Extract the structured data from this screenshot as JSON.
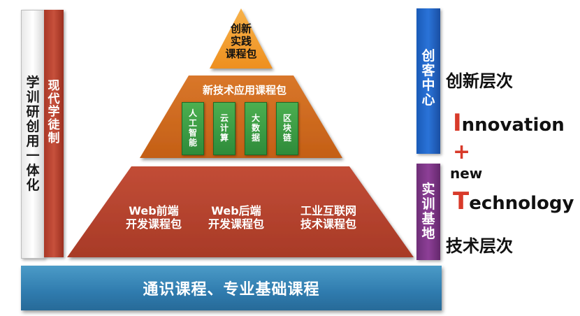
{
  "left": {
    "gray_bar_chars": [
      "学",
      "训",
      "研",
      "创",
      "用",
      "一",
      "体",
      "化"
    ],
    "red_bar_chars": [
      "现",
      "代",
      "学",
      "徒",
      "制"
    ]
  },
  "pyramid": {
    "top_lines": [
      "创新",
      "实践",
      "课程包"
    ],
    "middle_title": "新技术应用课程包",
    "middle_tiles": [
      {
        "chars": [
          "人",
          "工",
          "智",
          "能"
        ]
      },
      {
        "chars": [
          "云",
          "计",
          "算"
        ]
      },
      {
        "chars": [
          "大",
          "数",
          "据"
        ]
      },
      {
        "chars": [
          "区",
          "块",
          "链"
        ]
      }
    ],
    "bottom_items": [
      {
        "line1": "Web前端",
        "line2": "开发课程包"
      },
      {
        "line1": "Web后端",
        "line2": "开发课程包"
      },
      {
        "line1": "工业互联网",
        "line2": "技术课程包"
      }
    ],
    "base_label": "通识课程、专业基础课程"
  },
  "right": {
    "blue_chars": [
      "创",
      "客",
      "中",
      "心"
    ],
    "purple_chars": [
      "实",
      "训",
      "基",
      "地"
    ],
    "innovation_title": "创新层次",
    "innovation_first": "I",
    "innovation_rest": "nnovation",
    "plus": "+",
    "new_word": "new",
    "technology_first": "T",
    "technology_rest": "echnology",
    "tech_title": "技术层次"
  },
  "colors": {
    "top_triangle": "#f29a2c",
    "middle_trapezoid": "#cf6a1b",
    "bottom_trapezoid": "#b9432e",
    "tile_green": "#3a9a45",
    "base_blue": "#2f7bae",
    "accent_red": "#d83a2a"
  }
}
